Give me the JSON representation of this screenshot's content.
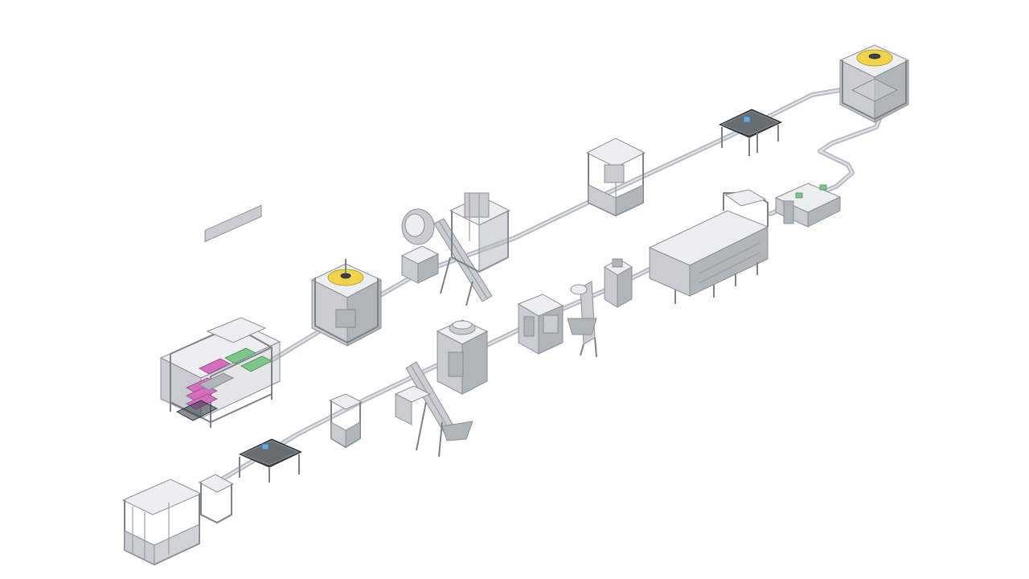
{
  "scene": {
    "kind": "isometric production line rendering",
    "background": "#ffffff",
    "colors": {
      "steel_light": "#eceef0",
      "steel_mid": "#c9cdd1",
      "steel_dark": "#b0b5ba",
      "frame": "#7c8288",
      "conveyor": "#b6bcc2",
      "accent_pink": "#d46fbf",
      "accent_green": "#7cc68a",
      "accent_yellow": "#f1d34a"
    },
    "machines": [
      {
        "name": "tray-packer-machine",
        "icon": "packer-frame-icon",
        "line": "upper"
      },
      {
        "name": "rotary-filler-machine",
        "icon": "rotary-filler-icon",
        "line": "upper"
      },
      {
        "name": "cap-elevator-capper-machine",
        "icon": "elevator-capper-icon",
        "line": "upper"
      },
      {
        "name": "capping-station-machine",
        "icon": "capping-station-icon",
        "line": "upper"
      },
      {
        "name": "transfer-table-upper",
        "icon": "accumulation-table-icon",
        "line": "upper"
      },
      {
        "name": "rotary-monoblock-machine",
        "icon": "rotary-filler-icon",
        "line": "upper"
      },
      {
        "name": "labeling-unit-machine",
        "icon": "labeler-icon",
        "line": "return"
      },
      {
        "name": "tunnel-oven-machine",
        "icon": "tunnel-icon",
        "line": "lower"
      },
      {
        "name": "sleeve-station-machine",
        "icon": "sleeve-station-icon",
        "line": "lower"
      },
      {
        "name": "vertical-elevator-machine",
        "icon": "vertical-elevator-icon",
        "line": "lower"
      },
      {
        "name": "rinser-machine",
        "icon": "rinser-icon",
        "line": "lower"
      },
      {
        "name": "hopper-filler-machine",
        "icon": "hopper-filler-icon",
        "line": "lower"
      },
      {
        "name": "incline-conveyor-machine",
        "icon": "incline-conveyor-icon",
        "line": "lower"
      },
      {
        "name": "small-capper-machine",
        "icon": "small-capper-icon",
        "line": "lower"
      },
      {
        "name": "transfer-table-lower",
        "icon": "accumulation-table-icon",
        "line": "lower"
      },
      {
        "name": "depalletizer-machine",
        "icon": "depalletizer-icon",
        "line": "lower"
      }
    ]
  }
}
